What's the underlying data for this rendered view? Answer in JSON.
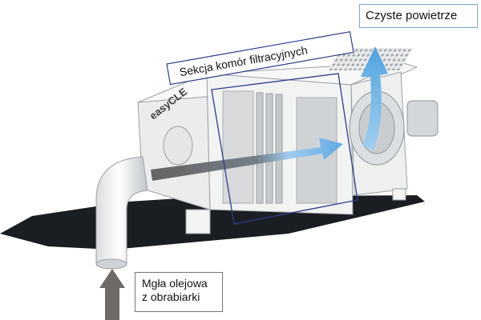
{
  "labels": {
    "clean_air": "Czyste powietrze",
    "filter_section": "Sekcja komór filtracyjnych",
    "oil_mist_line1": "Mgła olejowa",
    "oil_mist_line2": "z obrabiarki",
    "brand": "easyCLE"
  },
  "colors": {
    "floor_shadow": "#1a1d22",
    "housing": "#f2f3f3",
    "housing_edge": "#9aa0a6",
    "filter_plate": "#d7d9db",
    "flow_dark": "#5e5b58",
    "flow_light": "#6fb2e6",
    "frame_blue": "#2e3c8c",
    "inlet_arrow": "#6d6a68"
  }
}
